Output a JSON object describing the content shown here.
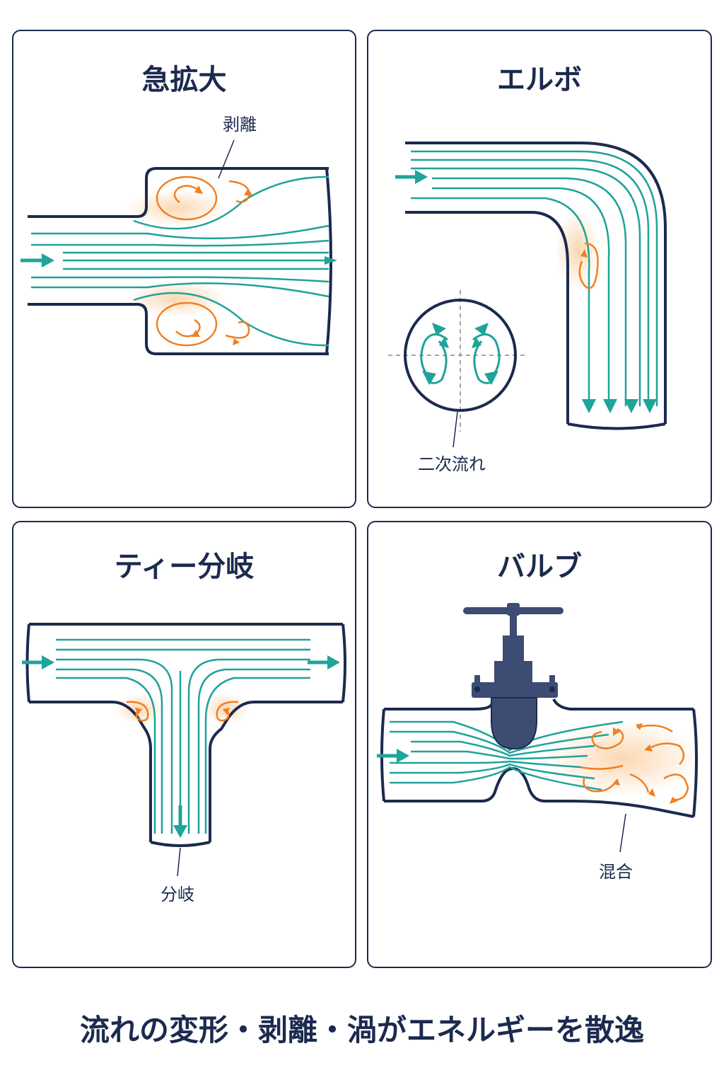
{
  "panels": [
    {
      "title": "急拡大",
      "callout": "剥離"
    },
    {
      "title": "エルボ",
      "callout": "二次流れ"
    },
    {
      "title": "ティー分岐",
      "callout": "分岐"
    },
    {
      "title": "バルブ",
      "callout": "混合"
    }
  ],
  "footer": "流れの変形・剥離・渦がエネルギーを散逸",
  "colors": {
    "pipe": "#1b2a4e",
    "streamline": "#1fa39a",
    "vortex": "#f07f22",
    "valve_body": "#3c4c73"
  }
}
